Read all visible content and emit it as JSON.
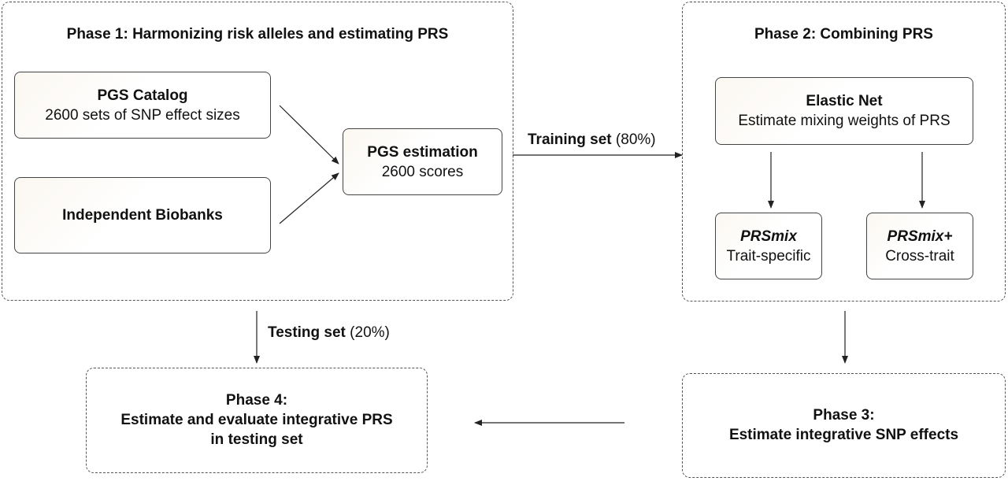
{
  "phase1": {
    "title": "Phase 1: Harmonizing risk alleles and estimating PRS",
    "pgs_catalog": {
      "title": "PGS Catalog",
      "subtitle": "2600 sets of SNP effect sizes"
    },
    "biobanks": {
      "title": "Independent Biobanks"
    },
    "pgs_estimation": {
      "title": "PGS estimation",
      "subtitle": "2600 scores"
    }
  },
  "phase2": {
    "title": "Phase 2: Combining PRS",
    "elastic_net": {
      "title": "Elastic Net",
      "subtitle": "Estimate mixing weights of PRS"
    },
    "prsmix": {
      "title": "PRSmix",
      "subtitle": "Trait-specific"
    },
    "prsmix_plus": {
      "title": "PRSmix+",
      "subtitle": "Cross-trait"
    }
  },
  "phase3": {
    "line1": "Phase 3:",
    "line2": "Estimate integrative SNP effects"
  },
  "phase4": {
    "line1": "Phase 4:",
    "line2": "Estimate and evaluate integrative PRS",
    "line3": "in testing set"
  },
  "edges": {
    "training": {
      "label": "Training set",
      "pct": "(80%)"
    },
    "testing": {
      "label": "Testing set",
      "pct": "(20%)"
    }
  }
}
